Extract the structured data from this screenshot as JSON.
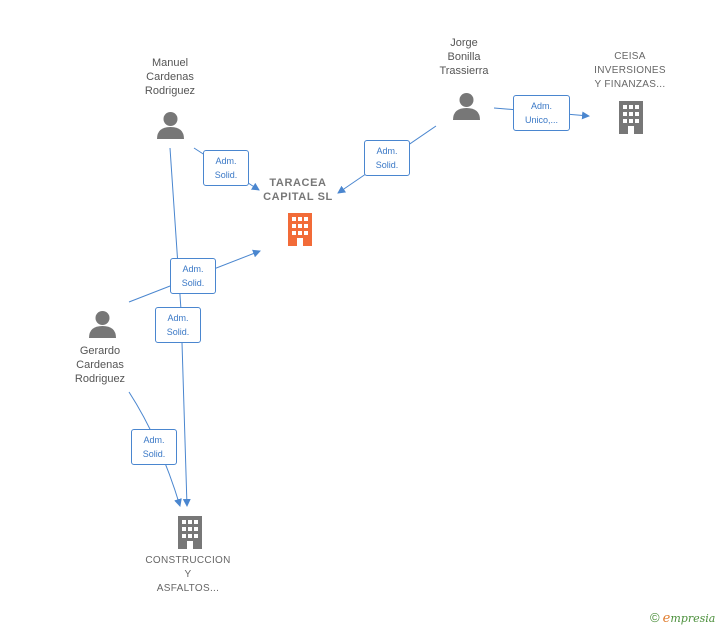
{
  "colors": {
    "edge": "#4a86cf",
    "person_icon": "#777777",
    "company_icon": "#777777",
    "main_company_icon": "#f26b38"
  },
  "persons": [
    {
      "id": "manuel",
      "lines": [
        "Manuel",
        "Cardenas",
        "Rodriguez"
      ]
    },
    {
      "id": "jorge",
      "lines": [
        "Jorge",
        "Bonilla",
        "Trassierra"
      ]
    },
    {
      "id": "gerardo",
      "lines": [
        "Gerardo",
        "Cardenas",
        "Rodriguez"
      ]
    }
  ],
  "companies": [
    {
      "id": "taracea",
      "lines": [
        "TARACEA",
        "CAPITAL  SL"
      ],
      "main": true
    },
    {
      "id": "ceisa",
      "lines": [
        "CEISA",
        "INVERSIONES",
        "Y FINANZAS..."
      ]
    },
    {
      "id": "construccion",
      "lines": [
        "CONSTRUCCION",
        "Y",
        "ASFALTOS..."
      ]
    }
  ],
  "relations": [
    {
      "from": "manuel",
      "to": "taracea",
      "lines": [
        "Adm.",
        "Solid."
      ]
    },
    {
      "from": "jorge",
      "to": "taracea",
      "lines": [
        "Adm.",
        "Solid."
      ]
    },
    {
      "from": "jorge",
      "to": "ceisa",
      "lines": [
        "Adm.",
        "Unico,..."
      ]
    },
    {
      "from": "gerardo",
      "to": "taracea",
      "lines": [
        "Adm.",
        "Solid."
      ]
    },
    {
      "from": "manuel",
      "to": "construccion",
      "lines": [
        "Adm.",
        "Solid."
      ]
    },
    {
      "from": "gerardo",
      "to": "construccion",
      "lines": [
        "Adm.",
        "Solid."
      ]
    }
  ],
  "footer": {
    "copyright_symbol": "©",
    "brand_first": "e",
    "brand_rest": "mpresia"
  }
}
